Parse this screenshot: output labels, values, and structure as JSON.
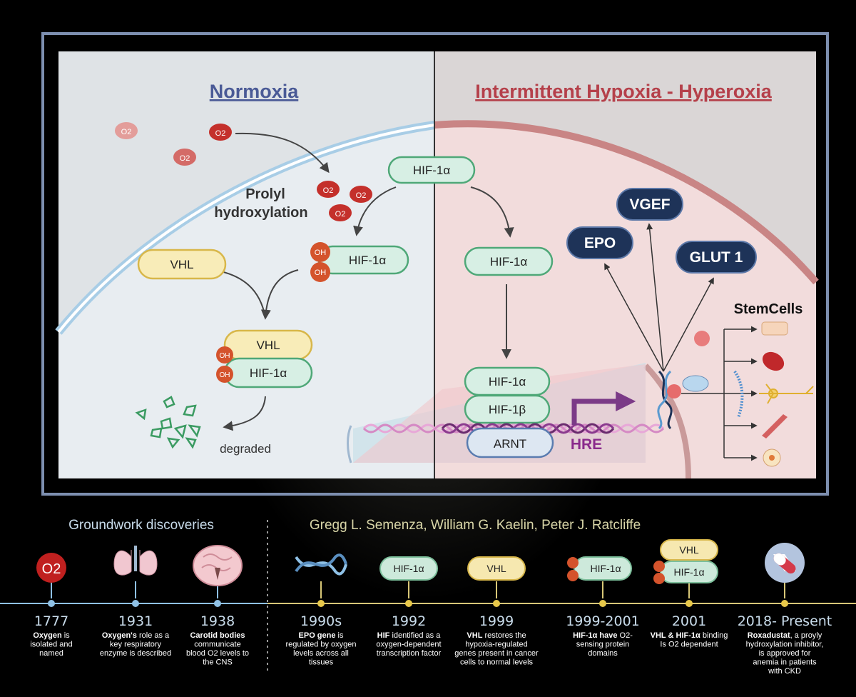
{
  "panel": {
    "left_title": "Normoxia",
    "right_title": "Intermittent Hypoxia - Hyperoxia",
    "colors": {
      "left_title": "#4a5a96",
      "right_title": "#b5404a",
      "hif": "#d7efe4",
      "hif_border": "#4fa878",
      "vhl": "#f8ecb8",
      "vhl_border": "#d8b74a",
      "oxygen": "#c4302b",
      "target": "#1e3358",
      "hre": "#8a2a8c"
    }
  },
  "normoxia": {
    "o2_label": "O2",
    "prolyl_line1": "Prolyl",
    "prolyl_line2": "hydroxylation",
    "hif_top": "HIF-1α",
    "hif_oh": "HIF-1α",
    "oh": "OH",
    "vhl": "VHL",
    "complex_vhl": "VHL",
    "complex_hif": "HIF-1α",
    "degraded": "degraded"
  },
  "hypoxia": {
    "hif": "HIF-1α",
    "dimer_alpha": "HIF-1α",
    "dimer_beta": "HIF-1β",
    "arnt": "ARNT",
    "hre": "HRE",
    "targets": [
      "EPO",
      "VGEF",
      "GLUT 1"
    ],
    "stem_cells": "StemCells"
  },
  "timeline": {
    "groundwork_title": "Groundwork discoveries",
    "nobel_title": "Gregg L. Semenza, William G. Kaelin,  Peter J. Ratcliffe",
    "events": [
      {
        "year": "1777",
        "icon": "oxygen-molecule-icon",
        "badge": "O2",
        "lines": [
          [
            "Oxygen",
            " is"
          ],
          [
            "isolated and"
          ],
          [
            "named"
          ]
        ]
      },
      {
        "year": "1931",
        "icon": "lungs-icon",
        "lines": [
          [
            "Oxygen's",
            " role as a"
          ],
          [
            "key respiratory"
          ],
          [
            "enzyme is described"
          ]
        ]
      },
      {
        "year": "1938",
        "icon": "brain-icon",
        "lines": [
          [
            "Carotid bodies"
          ],
          [
            "communicate"
          ],
          [
            "blood O2 levels to"
          ],
          [
            "the CNS"
          ]
        ]
      },
      {
        "year": "1990s",
        "icon": "dna-icon",
        "lines": [
          [
            "EPO gene",
            " is"
          ],
          [
            "regulated by oxygen"
          ],
          [
            "levels across all"
          ],
          [
            "tissues"
          ]
        ]
      },
      {
        "year": "1992",
        "icon": "hif-pill-icon",
        "badge": "HIF-1α",
        "lines": [
          [
            "HIF",
            " identified as a"
          ],
          [
            "oxygen-dependent"
          ],
          [
            "transcription factor"
          ]
        ]
      },
      {
        "year": "1999",
        "icon": "vhl-pill-icon",
        "badge": "VHL",
        "lines": [
          [
            "VHL",
            " restores the"
          ],
          [
            "hypoxia-regulated"
          ],
          [
            "genes present in cancer"
          ],
          [
            "cells to normal levels"
          ]
        ]
      },
      {
        "year": "1999-2001",
        "icon": "hif-oh-icon",
        "badge": "HIF-1α",
        "lines": [
          [
            "HIF-1α have ",
            "O2-"
          ],
          [
            "sensing protein"
          ],
          [
            "domains"
          ]
        ]
      },
      {
        "year": "2001",
        "icon": "vhl-hif-complex-icon",
        "badge": "VHL",
        "badge2": "HIF-1α",
        "lines": [
          [
            "VHL & HIF-1α",
            " binding"
          ],
          [
            "Is O2 dependent"
          ]
        ]
      },
      {
        "year": "2018- Present",
        "icon": "capsule-icon",
        "lines": [
          [
            "Roxadustat",
            ", a proyly"
          ],
          [
            "hydroxylation inhibitor,"
          ],
          [
            "is approved for"
          ],
          [
            "anemia in patients"
          ],
          [
            "with CKD"
          ]
        ]
      }
    ]
  }
}
